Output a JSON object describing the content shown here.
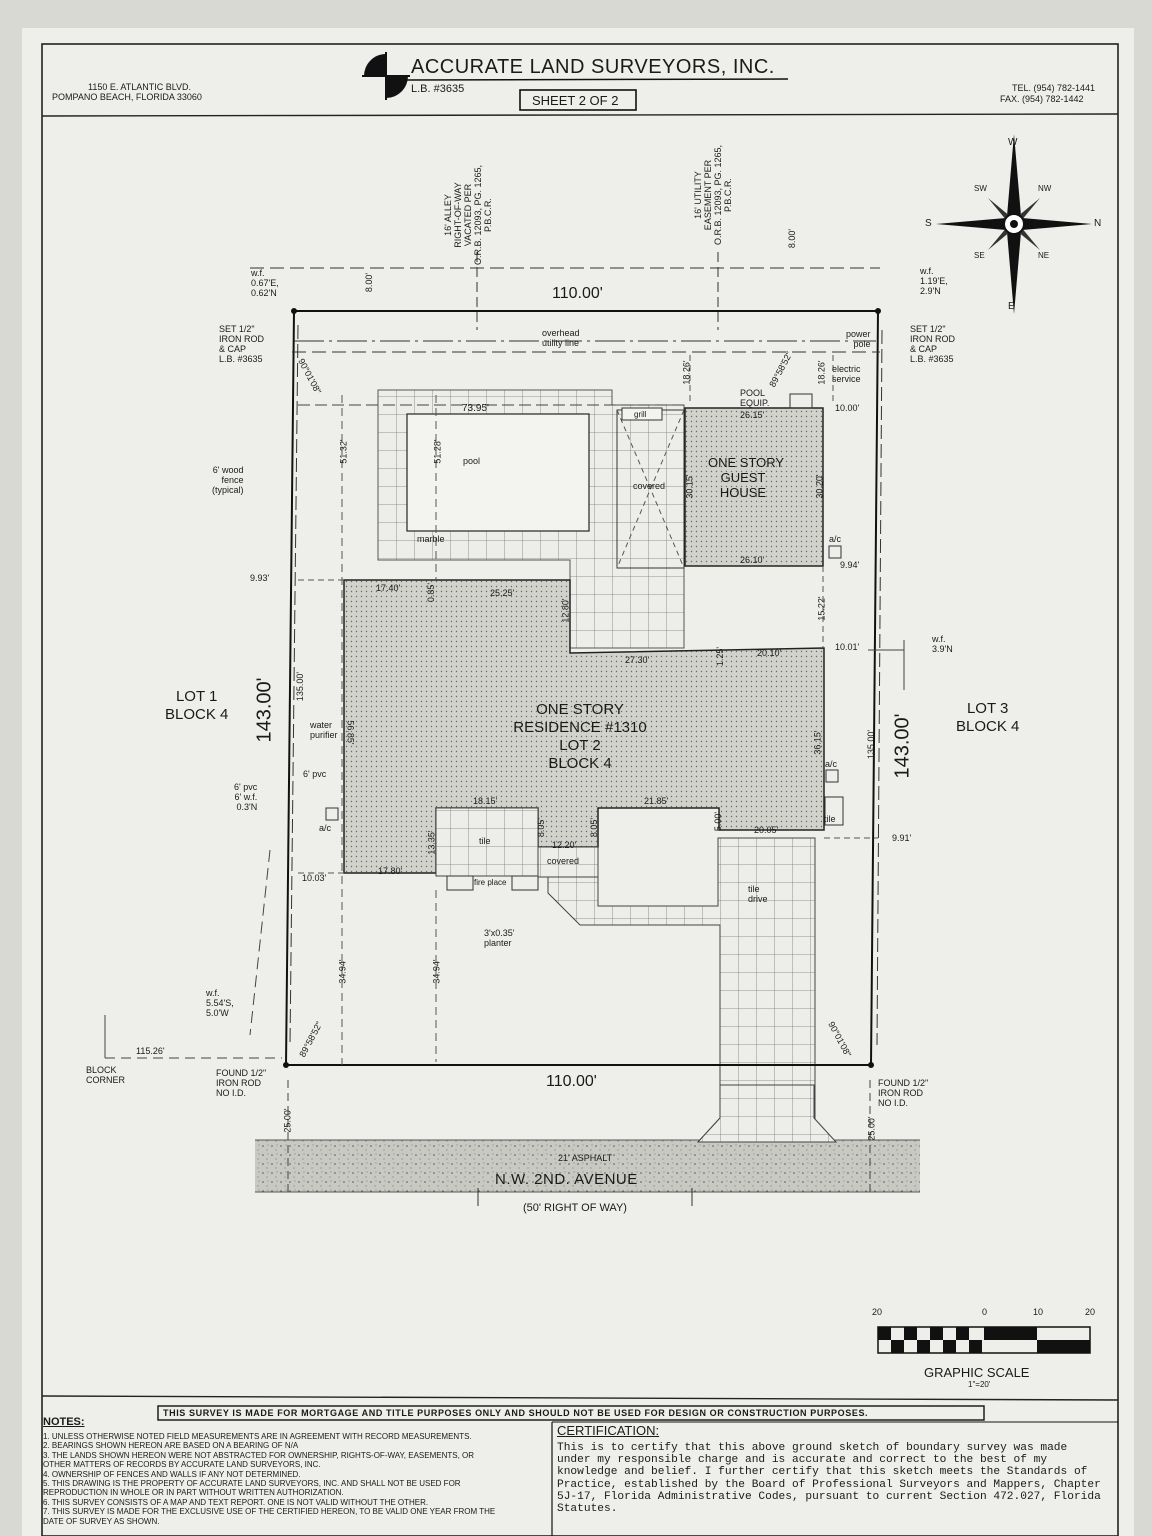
{
  "header": {
    "company": "ACCURATE LAND SURVEYORS, INC.",
    "license": "L.B. #3635",
    "sheet": "SHEET 2 OF 2",
    "address_line1": "1150 E. ATLANTIC BLVD.",
    "address_line2": "POMPANO BEACH, FLORIDA 33060",
    "tel": "TEL. (954) 782-1441",
    "fax": "FAX. (954) 782-1442"
  },
  "easements": {
    "alley": [
      "16' ALLEY",
      "RIGHT-OF-WAY",
      "VACATED PER",
      "O.R.B. 12093, PG. 1265,",
      "P.B.C.R."
    ],
    "utility": [
      "16' UTILITY",
      "EASEMENT PER",
      "O.R.B. 12093, PG. 1265,",
      "P.B.C.R."
    ]
  },
  "compass": {
    "n": "N",
    "s": "S",
    "e": "E",
    "w": "W",
    "ne": "NE",
    "nw": "NW",
    "se": "SE",
    "sw": "SW"
  },
  "labels": {
    "top_dim": "110.00'",
    "bottom_dim": "110.00'",
    "left_dim": "143.00'",
    "right_dim": "143.00'",
    "lot1": [
      "LOT 1",
      "BLOCK 4"
    ],
    "lot3": [
      "LOT 3",
      "BLOCK 4"
    ],
    "residence": [
      "ONE STORY",
      "RESIDENCE #1310",
      "LOT 2",
      "BLOCK 4"
    ],
    "guest_house": [
      "ONE STORY",
      "GUEST",
      "HOUSE"
    ],
    "street": "N.W. 2ND. AVENUE",
    "row": "(50' RIGHT OF WAY)",
    "asphalt": "21' ASPHALT",
    "overhead": [
      "overhead",
      "utility line"
    ],
    "power_pole": [
      "power",
      "pole"
    ],
    "electric": [
      "electric",
      "service"
    ],
    "pool": "pool",
    "marble": "marble",
    "grill": "grill",
    "covered": "covered",
    "pool_equip": [
      "POOL",
      "EQUIP."
    ],
    "ac": "a/c",
    "tile": "tile",
    "tile_drive": [
      "tile",
      "drive"
    ],
    "fire_place": "fire place",
    "planter": [
      "3'x0.35'",
      "planter"
    ],
    "water_purifier": [
      "water",
      "purifier"
    ],
    "fence": [
      "6' wood",
      "fence",
      "(typical)"
    ],
    "pvc": "6' pvc",
    "pvc_wf": [
      "6' pvc",
      "6' w.f.",
      "0.3'N"
    ],
    "wf_tl": [
      "w.f.",
      "0.67'E,",
      "0.62'N"
    ],
    "wf_tr": [
      "w.f.",
      "1.19'E,",
      "2.9'N"
    ],
    "wf_r": [
      "w.f.",
      "3.9'N"
    ],
    "wf_bl": [
      "w.f.",
      "5.54'S,",
      "5.0'W"
    ],
    "set_rod_l": [
      "SET 1/2\"",
      "IRON ROD",
      "& CAP",
      "L.B. #3635"
    ],
    "set_rod_r": [
      "SET 1/2\"",
      "IRON ROD",
      "& CAP",
      "L.B. #3635"
    ],
    "found_rod_l": [
      "FOUND 1/2\"",
      "IRON ROD",
      "NO I.D."
    ],
    "found_rod_r": [
      "FOUND 1/2\"",
      "IRON ROD",
      "NO I.D."
    ],
    "block_corner": [
      "BLOCK",
      "CORNER"
    ],
    "angle_tl": "90°01'08\"",
    "angle_tr": "89°58'52\"",
    "angle_bl": "89°58'52\"",
    "angle_br": "90°01'08\""
  },
  "dimensions": {
    "d800a": "8.00'",
    "d800b": "8.00'",
    "d7395": "73.95'",
    "d5132": "51.32'",
    "d5128": "51.28'",
    "d1826a": "18.26'",
    "d1826b": "18.26'",
    "d2615": "26.15'",
    "d3015": "30.15'",
    "d3020": "30.20'",
    "d2610": "26.10'",
    "d1000": "10.00'",
    "d994": "9.94'",
    "d993": "9.93'",
    "d1740": "17.40'",
    "d085": "0.85'",
    "d2525": "25.25'",
    "d1280": "12.80'",
    "d2730": "27.30'",
    "d125": "1.25'",
    "d2010": "20.10'",
    "d1522": "15.22'",
    "d1001": "10.01'",
    "d13500l": "135.00'",
    "d13500r": "135.00'",
    "d5685": "56.85'",
    "d3615": "36.15'",
    "d1815": "18.15'",
    "d2185": "21.85'",
    "d805a": "8.05'",
    "d805b": "8.05'",
    "d500": "5.00'",
    "d2005": "20.05'",
    "d1220": "12.20'",
    "d1335": "13.35'",
    "d991": "9.91'",
    "d1003": "10.03'",
    "d1780": "17.80'",
    "d3494a": "34.94'",
    "d3494b": "34.94'",
    "d11526": "115.26'",
    "d2500a": "25.00'",
    "d2500b": "25.00'"
  },
  "scale": {
    "ticks": [
      "20",
      "0",
      "10",
      "20"
    ],
    "label": "GRAPHIC SCALE",
    "ratio": "1\"=20'"
  },
  "disclaimer": "THIS SURVEY IS MADE FOR MORTGAGE AND TITLE PURPOSES ONLY AND SHOULD NOT BE USED FOR DESIGN OR CONSTRUCTION PURPOSES.",
  "notes": {
    "title": "NOTES:",
    "items": [
      "1. UNLESS OTHERWISE NOTED FIELD MEASUREMENTS ARE IN AGREEMENT WITH RECORD MEASUREMENTS.",
      "2. BEARINGS SHOWN HEREON ARE BASED ON A BEARING OF N/A",
      "3. THE LANDS SHOWN HEREON WERE NOT ABSTRACTED FOR OWNERSHIP, RIGHTS-OF-WAY, EASEMENTS, OR",
      "OTHER MATTERS OF RECORDS BY ACCURATE LAND SURVEYORS, INC.",
      "4. OWNERSHIP OF FENCES AND WALLS IF ANY NOT DETERMINED.",
      "5. THIS DRAWING IS THE PROPERTY OF ACCURATE LAND SURVEYORS, INC. AND SHALL NOT BE USED FOR",
      "REPRODUCTION IN WHOLE OR IN PART WITHOUT WRITTEN AUTHORIZATION.",
      "6. THIS SURVEY CONSISTS OF A MAP AND TEXT REPORT. ONE IS NOT VALID WITHOUT THE OTHER.",
      "7. THIS SURVEY IS MADE FOR THE EXCLUSIVE USE OF THE CERTIFIED HEREON, TO BE VALID ONE YEAR FROM THE",
      "DATE OF SURVEY AS SHOWN."
    ]
  },
  "certification": {
    "title": "CERTIFICATION:",
    "body": "This is to certify that this above ground sketch of boundary survey was made under my responsible charge and is accurate and correct to the best of my knowledge and belief. I further certify that this sketch meets the Standards of Practice, established by the Board of Professional Surveyors and Mappers, Chapter 5J-17, Florida Administrative Codes, pursuant to current Section 472.027, Florida Statutes."
  }
}
